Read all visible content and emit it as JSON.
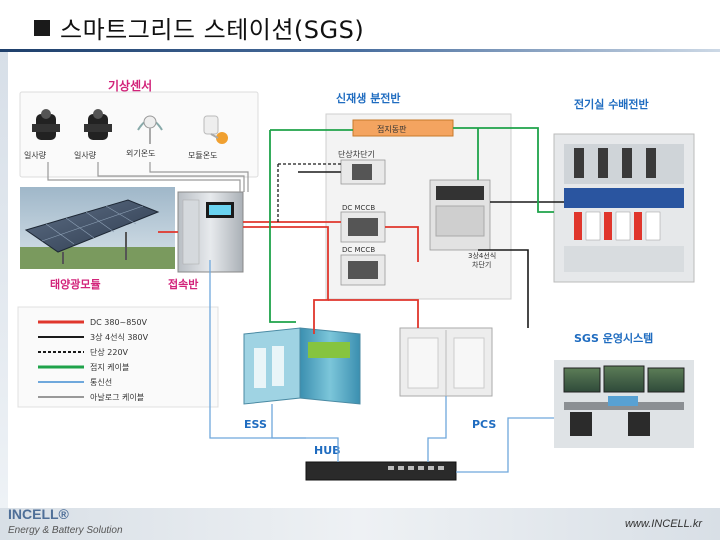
{
  "slide": {
    "title": "스마트그리드 스테이션(SGS)",
    "footer_brand": "INCELL®",
    "footer_tagline": "Energy & Battery Solution",
    "footer_url": "www.INCELL.kr"
  },
  "diagram": {
    "sensor_group_title": "기상센서",
    "sensors": [
      "일사량",
      "일사량",
      "외기온도",
      "모듈온도"
    ],
    "renewable_panel_title": "신재생 분전반",
    "grounding_label": "접지동판",
    "single_phase_breaker": "단상차단기",
    "dc_mccb_1": "DC MCCB",
    "dc_mccb_2": "DC MCCB",
    "three_phase_breaker_line1": "3상4선식",
    "three_phase_breaker_line2": "차단기",
    "distribution_panel_title": "전기실 수배전반",
    "solar_module_label": "태양광모듈",
    "junction_box_label": "접속반",
    "ess_label": "ESS",
    "pcs_label": "PCS",
    "hub_label": "HUB",
    "sgs_system_label": "SGS 운영시스템",
    "legend": [
      {
        "label": "DC 380~850V",
        "color": "#e0362c",
        "style": "solid"
      },
      {
        "label": "3상 4선식 380V",
        "color": "#1a1a1a",
        "style": "solid"
      },
      {
        "label": "단상 220V",
        "color": "#1a1a1a",
        "style": "dashed"
      },
      {
        "label": "접지 케이블",
        "color": "#1fa34a",
        "style": "solid"
      },
      {
        "label": "통신선",
        "color": "#6fa8dc",
        "style": "solid"
      },
      {
        "label": "아날로그 케이블",
        "color": "#999999",
        "style": "solid"
      }
    ]
  }
}
